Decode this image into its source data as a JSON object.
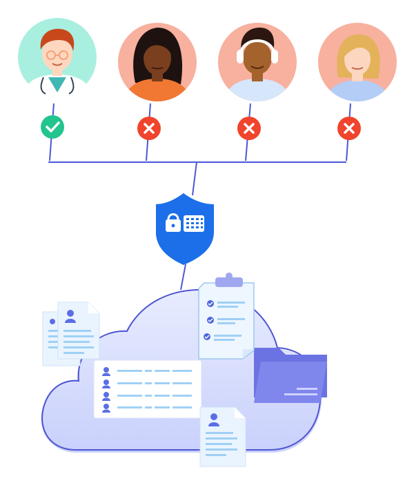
{
  "colors": {
    "connector": "#4a57d6",
    "allowed": "#23c48e",
    "denied": "#f0442c",
    "shield": "#1c6fe8",
    "shield_dark": "#1252c4",
    "cloud_outline": "#4d55d1",
    "cloud_fill_top": "#e8ecff",
    "cloud_fill_bottom": "#c9d0fb",
    "folder": "#7f86ec",
    "folder_back": "#6b73e3",
    "doc_fill": "#eaf4ff",
    "doc_line": "#9fd0f5",
    "doc_avatar": "#5b6ee6"
  },
  "users": [
    {
      "name": "doctor",
      "bg": "#a9efe0",
      "skin": "#ffd7bf",
      "hair": "#c8481c",
      "shirt": "#ffffff",
      "access": "allowed"
    },
    {
      "name": "woman-dark-hair",
      "bg": "#f8b09f",
      "skin": "#7a3f1f",
      "hair": "#1d1210",
      "shirt": "#f07833",
      "access": "denied"
    },
    {
      "name": "man-headphones",
      "bg": "#f8b09f",
      "skin": "#a4622c",
      "hair": "#2c1710",
      "shirt": "#d6e6fb",
      "access": "denied"
    },
    {
      "name": "woman-blonde",
      "bg": "#f8b09f",
      "skin": "#fcd6bf",
      "hair": "#e3b25a",
      "shirt": "#b3cdf6",
      "access": "denied"
    }
  ],
  "icons": {
    "shield": "shield-keypad-lock-icon",
    "allowed": "checkmark-icon",
    "denied": "cross-icon",
    "folder": "folder-icon",
    "clipboard": "clipboard-checklist-icon",
    "document": "document-icon"
  }
}
